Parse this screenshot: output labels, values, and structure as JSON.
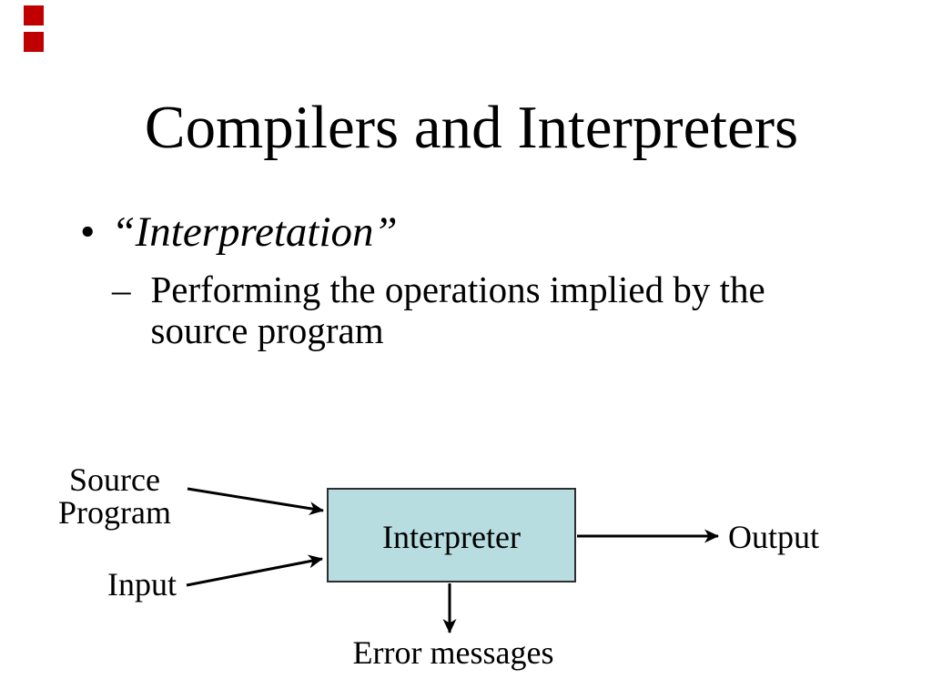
{
  "slide": {
    "title": "Compilers and Interpreters",
    "bullet": {
      "marker": "•",
      "text": "“Interpretation”"
    },
    "sub_bullet": {
      "marker": "–",
      "line1": "Performing the operations implied by the",
      "line2": "source program"
    },
    "diagram": {
      "source_label_line1": "Source",
      "source_label_line2": "Program",
      "input_label": "Input",
      "box_label": "Interpreter",
      "output_label": "Output",
      "error_label": "Error messages",
      "box_fill_color": "#b7dde0",
      "box_border_color": "#2e2e2e",
      "arrow_color": "#000000"
    },
    "decor": {
      "square_color": "#c00000"
    }
  }
}
